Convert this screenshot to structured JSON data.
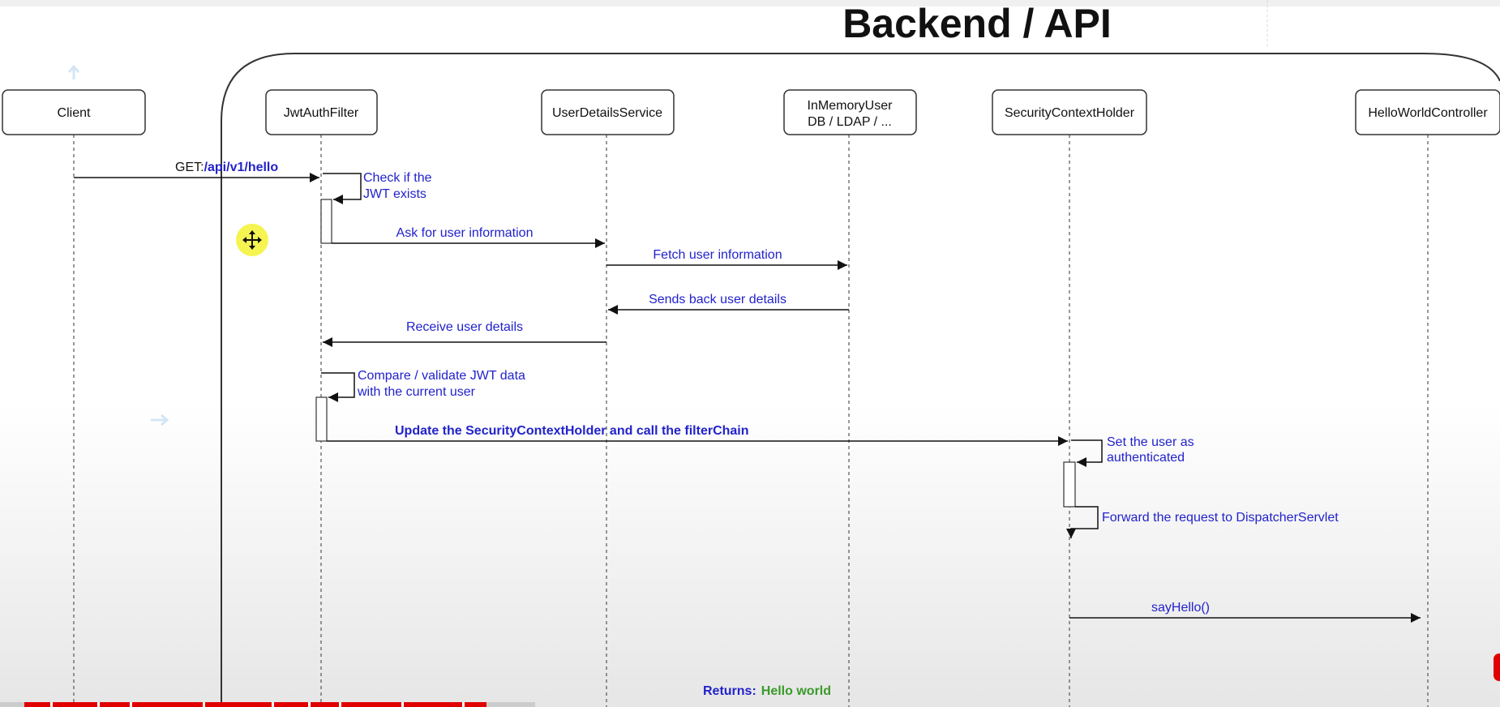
{
  "title": "Backend / API",
  "participants": {
    "client": "Client",
    "jwt": "JwtAuthFilter",
    "uds": "UserDetailsService",
    "db_line1": "InMemoryUser",
    "db_line2": "DB / LDAP / ...",
    "sch": "SecurityContextHolder",
    "hwc": "HelloWorldController"
  },
  "messages": {
    "get_prefix": "GET:",
    "get_path": "/api/v1/hello",
    "check_1": "Check if the",
    "check_2": "JWT exists",
    "ask_user": "Ask for user information",
    "fetch_user": "Fetch user information",
    "sends_back": "Sends back user details",
    "receive": "Receive user details",
    "compare_1": "Compare / validate JWT data",
    "compare_2": "with the current user",
    "update": "Update the SecurityContextHolder and call the filterChain",
    "set_1": "Set the user as",
    "set_2": "authenticated",
    "forward": "Forward the request to DispatcherServlet",
    "say_hello": "sayHello()",
    "returns_label": "Returns:",
    "returns_value": "Hello world"
  },
  "colors": {
    "message_text": "#2222cc",
    "return_value": "#3a9a2a",
    "progress_bar": "#e00000"
  }
}
